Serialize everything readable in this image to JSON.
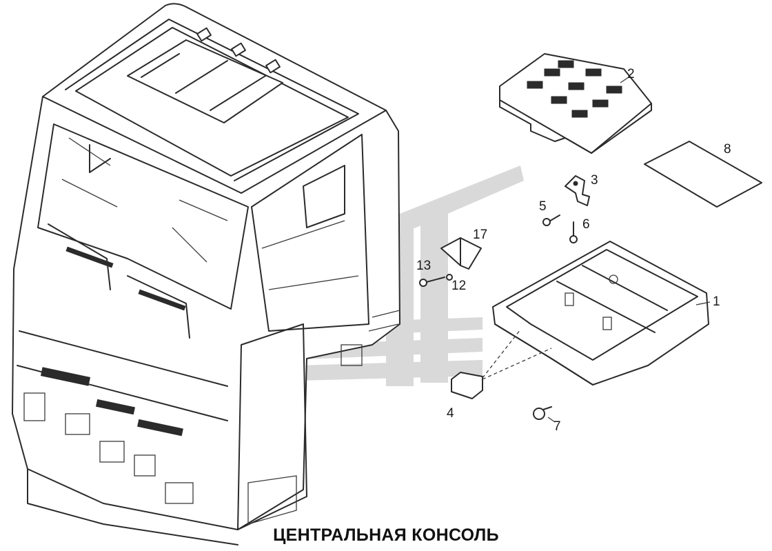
{
  "caption": "ЦЕНТРАЛЬНАЯ КОНСОЛЬ",
  "callouts": {
    "c1": "1",
    "c2": "2",
    "c3": "3",
    "c4": "4",
    "c5": "5",
    "c6": "6",
    "c7": "7",
    "c8": "8",
    "c12": "12",
    "c13": "13",
    "c17": "17"
  },
  "colors": {
    "line": "#2a2a2a",
    "watermark": "#d6d6d6",
    "background": "#ffffff"
  }
}
